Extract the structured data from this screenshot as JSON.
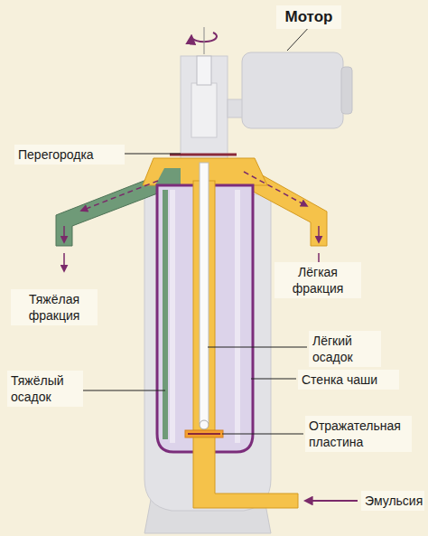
{
  "diagram": {
    "labels": [
      "Мотор",
      "Перегородка",
      "Лёгкая фракция",
      "Тяжёлая фракция",
      "Лёгкий осадок",
      "Тяжёлый осадок",
      "Стенка чаши",
      "Отражательная пластина",
      "Эмульсия"
    ]
  }
}
